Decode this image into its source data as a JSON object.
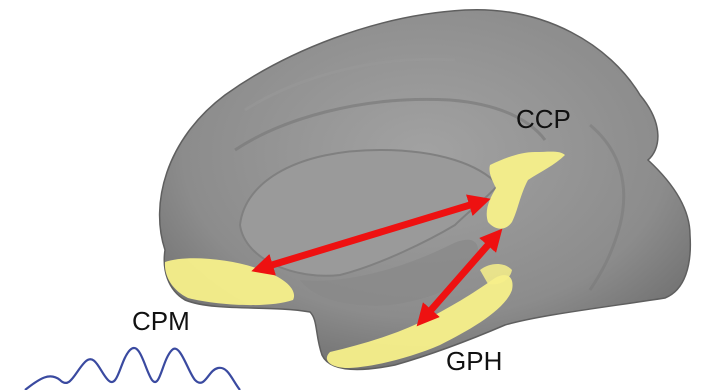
{
  "labels": {
    "ccp": "CCP",
    "cpm": "CPM",
    "gph": "GPH"
  },
  "colors": {
    "background": "#ffffff",
    "brain": "#8e8e8e",
    "brain_shadow": "#6f6f6f",
    "activation": "#f7f08a",
    "arrow": "#ee1111",
    "wave": "#3a4aa0"
  }
}
